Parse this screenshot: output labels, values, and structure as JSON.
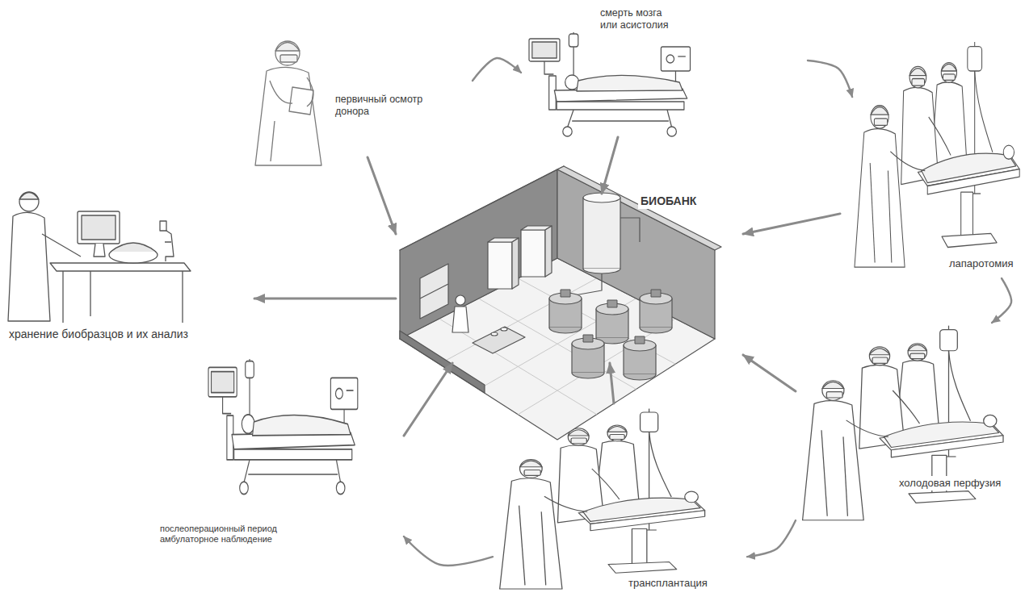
{
  "diagram": {
    "nodes": [
      {
        "text": [
          "первичный осмотр донора"
        ]
      },
      {
        "text": [
          "смерть мозга или асистолия"
        ]
      },
      {
        "text": [
          "БИОБАНК"
        ]
      },
      {
        "text": [
          "лапаротомия"
        ]
      },
      {
        "text": [
          "хранение биобразцов и их анализ"
        ]
      },
      {
        "text": [
          "холодовая перфузия"
        ]
      },
      {
        "text": [
          "послеоперационный период амбулаторное наблюдение"
        ]
      },
      {
        "text": [
          "трансплантация"
        ]
      }
    ],
    "edges": [
      {
        "from": 0,
        "to": 1,
        "arrow": "to"
      },
      {
        "from": 1,
        "to": 3,
        "arrow": "to"
      },
      {
        "from": 3,
        "to": 5,
        "arrow": "to"
      },
      {
        "from": 5,
        "to": 7,
        "arrow": "to"
      },
      {
        "from": 7,
        "to": 6,
        "arrow": "to"
      },
      {
        "from": 0,
        "to": 2,
        "arrow": "to"
      },
      {
        "from": 1,
        "to": 2,
        "arrow": "to"
      },
      {
        "from": 3,
        "to": 2,
        "arrow": "to"
      },
      {
        "from": 5,
        "to": 2,
        "arrow": "to"
      },
      {
        "from": 7,
        "to": 2,
        "arrow": "to"
      },
      {
        "from": 6,
        "to": 2,
        "arrow": "to"
      },
      {
        "from": 2,
        "to": 4,
        "arrow": "to"
      }
    ]
  }
}
